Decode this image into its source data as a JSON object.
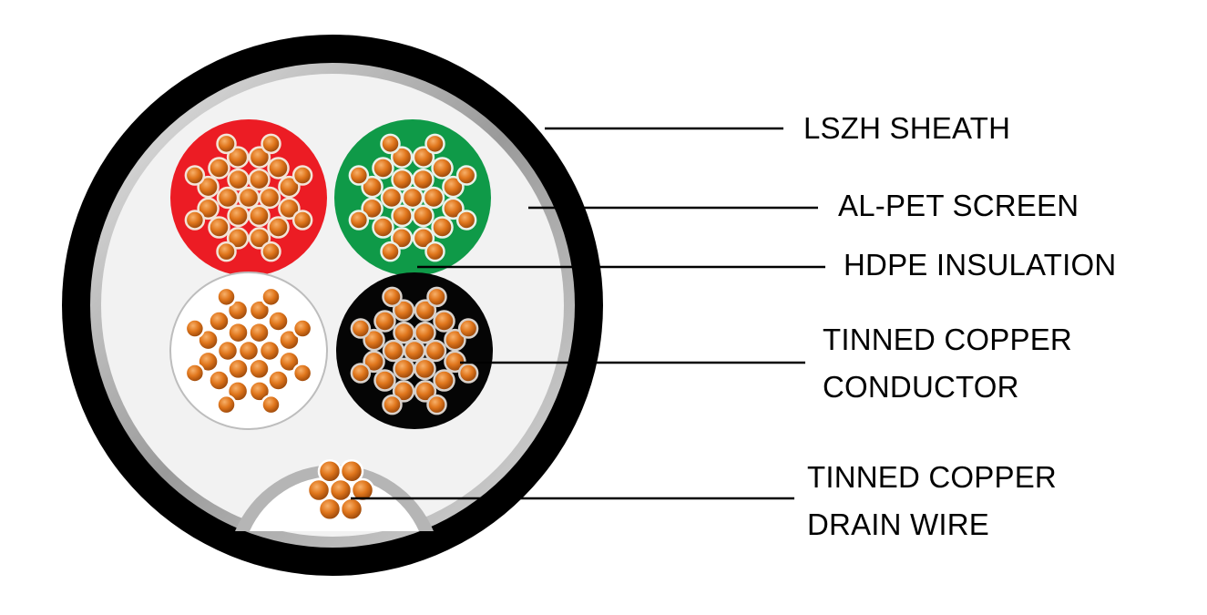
{
  "labels": {
    "sheath": "LSZH SHEATH",
    "screen": "AL-PET SCREEN",
    "insulation": "HDPE INSULATION",
    "conductor_line1": "TINNED COPPER",
    "conductor_line2": "CONDUCTOR",
    "drain_line1": "TINNED COPPER",
    "drain_line2": "DRAIN WIRE"
  },
  "colors": {
    "sheath": "#000000",
    "screen": "#b8b8b8",
    "core_red": "#ec1c24",
    "core_green": "#0f9a48",
    "core_white": "#ffffff",
    "core_black": "#050505",
    "copper": "#e0761c",
    "copper_dark": "#8a3d06"
  }
}
